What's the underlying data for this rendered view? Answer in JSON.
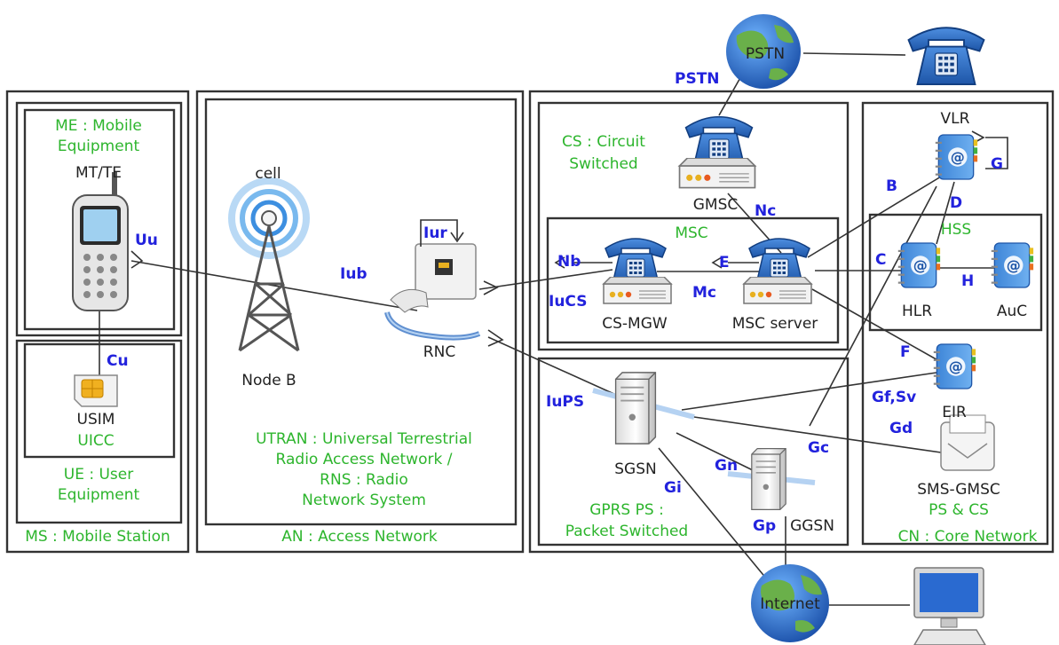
{
  "colors": {
    "interface_label": "#2222dd",
    "domain_label": "#2db52d",
    "line": "#333333",
    "phone_blue": "#2a68b8"
  },
  "domains": {
    "ms": "MS : Mobile Station",
    "an": "AN : Access Network",
    "cn": "CN : Core Network",
    "me": [
      "ME : Mobile",
      "Equipment"
    ],
    "ue": [
      "UE : User",
      "Equipment"
    ],
    "utran": [
      "UTRAN : Universal Terrestrial",
      "Radio Access Network /",
      "RNS : Radio",
      "Network System"
    ],
    "cs": [
      "CS : Circuit",
      "Switched"
    ],
    "msc": "MSC",
    "gprs": [
      "GPRS PS :",
      "Packet Switched"
    ],
    "hss": "HSS",
    "ps_cs": "PS & CS",
    "uicc": "UICC"
  },
  "nodes": {
    "mtte": "MT/TE",
    "usim": "USIM",
    "cell": "cell",
    "nodeb": "Node B",
    "rnc": "RNC",
    "gmsc": "GMSC",
    "csmgw": "CS-MGW",
    "mscserver": "MSC server",
    "vlr": "VLR",
    "hlr": "HLR",
    "auc": "AuC",
    "eir": "EIR",
    "smsgmsc": "SMS-GMSC",
    "sgsn": "SGSN",
    "ggsn": "GGSN",
    "pstn": "PSTN",
    "internet": "Internet"
  },
  "interfaces": {
    "uu": "Uu",
    "cu": "Cu",
    "iub": "Iub",
    "iur": "Iur",
    "iucs": "IuCS",
    "iups": "IuPS",
    "nb": "Nb",
    "nc": "Nc",
    "mc": "Mc",
    "e": "E",
    "b": "B",
    "g": "G",
    "d": "D",
    "c": "C",
    "h": "H",
    "f": "F",
    "gfsv": "Gf,Sv",
    "gd": "Gd",
    "gc": "Gc",
    "gn": "Gn",
    "gi": "Gi",
    "gp": "Gp",
    "pstn": "PSTN"
  }
}
